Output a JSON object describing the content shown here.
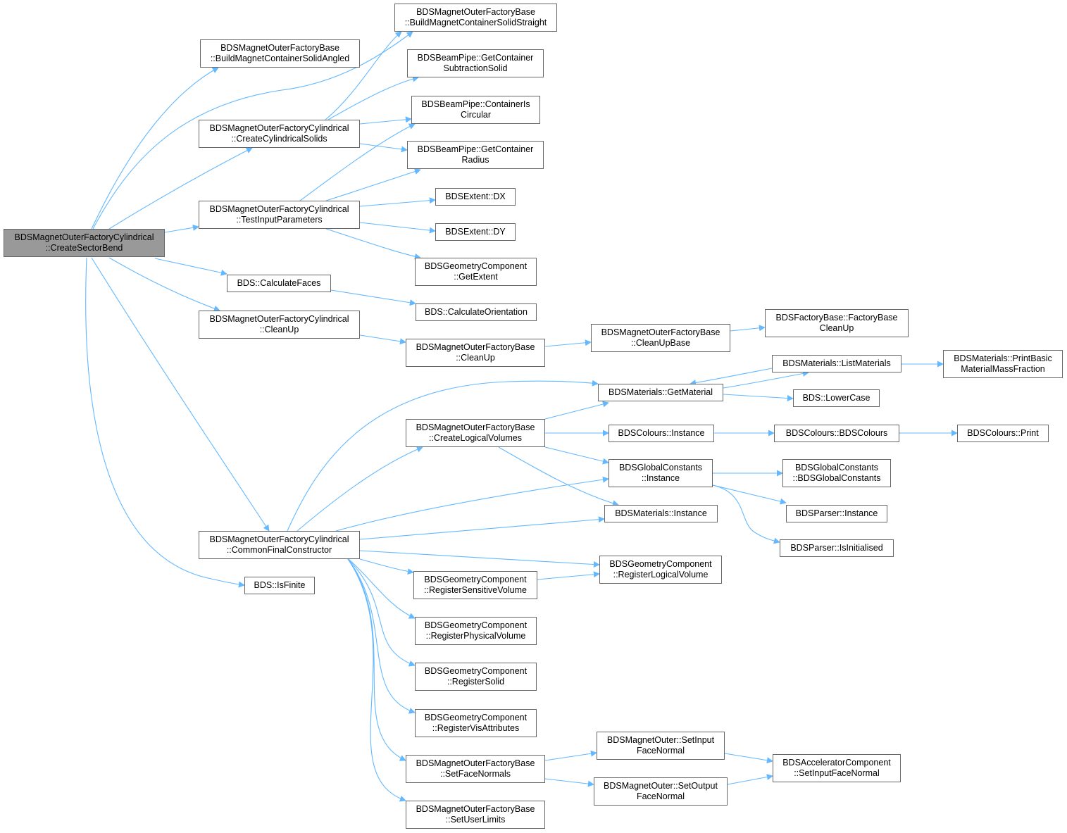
{
  "diagram": {
    "edge_color": "#63b8ff",
    "root_fill": "#999999",
    "node_border": "#666666",
    "nodes": [
      {
        "id": "n0",
        "lines": [
          "BDSMagnetOuterFactoryCylindrical",
          "::CreateSectorBend"
        ],
        "root": true
      },
      {
        "id": "n1",
        "lines": [
          "BDSMagnetOuterFactoryBase",
          "::BuildMagnetContainerSolidAngled"
        ]
      },
      {
        "id": "n2",
        "lines": [
          "BDSMagnetOuterFactoryBase",
          "::BuildMagnetContainerSolidStraight"
        ]
      },
      {
        "id": "n3",
        "lines": [
          "BDSMagnetOuterFactoryCylindrical",
          "::CreateCylindricalSolids"
        ]
      },
      {
        "id": "n4",
        "lines": [
          "BDSBeamPipe::GetContainer",
          "SubtractionSolid"
        ]
      },
      {
        "id": "n5",
        "lines": [
          "BDSBeamPipe::ContainerIs",
          "Circular"
        ]
      },
      {
        "id": "n6",
        "lines": [
          "BDSBeamPipe::GetContainer",
          "Radius"
        ]
      },
      {
        "id": "n7",
        "lines": [
          "BDSMagnetOuterFactoryCylindrical",
          "::TestInputParameters"
        ]
      },
      {
        "id": "n8",
        "lines": [
          "BDSExtent::DX"
        ]
      },
      {
        "id": "n9",
        "lines": [
          "BDSExtent::DY"
        ]
      },
      {
        "id": "n10",
        "lines": [
          "BDSGeometryComponent",
          "::GetExtent"
        ]
      },
      {
        "id": "n11",
        "lines": [
          "BDS::CalculateFaces"
        ]
      },
      {
        "id": "n12",
        "lines": [
          "BDS::CalculateOrientation"
        ]
      },
      {
        "id": "n13",
        "lines": [
          "BDSMagnetOuterFactoryCylindrical",
          "::CleanUp"
        ]
      },
      {
        "id": "n14",
        "lines": [
          "BDSMagnetOuterFactoryBase",
          "::CleanUp"
        ]
      },
      {
        "id": "n15",
        "lines": [
          "BDSMagnetOuterFactoryBase",
          "::CleanUpBase"
        ]
      },
      {
        "id": "n16",
        "lines": [
          "BDSFactoryBase::FactoryBase",
          "CleanUp"
        ]
      },
      {
        "id": "n17",
        "lines": [
          "BDSMagnetOuterFactoryCylindrical",
          "::CommonFinalConstructor"
        ]
      },
      {
        "id": "n18",
        "lines": [
          "BDSMaterials::GetMaterial"
        ]
      },
      {
        "id": "n19",
        "lines": [
          "BDSMaterials::ListMaterials"
        ]
      },
      {
        "id": "n20",
        "lines": [
          "BDSMaterials::PrintBasic",
          "MaterialMassFraction"
        ]
      },
      {
        "id": "n21",
        "lines": [
          "BDS::LowerCase"
        ]
      },
      {
        "id": "n22",
        "lines": [
          "BDSMagnetOuterFactoryBase",
          "::CreateLogicalVolumes"
        ]
      },
      {
        "id": "n23",
        "lines": [
          "BDSColours::Instance"
        ]
      },
      {
        "id": "n24",
        "lines": [
          "BDSColours::BDSColours"
        ]
      },
      {
        "id": "n25",
        "lines": [
          "BDSColours::Print"
        ]
      },
      {
        "id": "n26",
        "lines": [
          "BDSGlobalConstants",
          "::Instance"
        ]
      },
      {
        "id": "n27",
        "lines": [
          "BDSGlobalConstants",
          "::BDSGlobalConstants"
        ]
      },
      {
        "id": "n28",
        "lines": [
          "BDSParser::Instance"
        ]
      },
      {
        "id": "n29",
        "lines": [
          "BDSParser::IsInitialised"
        ]
      },
      {
        "id": "n30",
        "lines": [
          "BDSMaterials::Instance"
        ]
      },
      {
        "id": "n31",
        "lines": [
          "BDSGeometryComponent",
          "::RegisterLogicalVolume"
        ]
      },
      {
        "id": "n32",
        "lines": [
          "BDSGeometryComponent",
          "::RegisterSensitiveVolume"
        ]
      },
      {
        "id": "n33",
        "lines": [
          "BDSGeometryComponent",
          "::RegisterPhysicalVolume"
        ]
      },
      {
        "id": "n34",
        "lines": [
          "BDSGeometryComponent",
          "::RegisterSolid"
        ]
      },
      {
        "id": "n35",
        "lines": [
          "BDSGeometryComponent",
          "::RegisterVisAttributes"
        ]
      },
      {
        "id": "n36",
        "lines": [
          "BDSMagnetOuterFactoryBase",
          "::SetFaceNormals"
        ]
      },
      {
        "id": "n37",
        "lines": [
          "BDSMagnetOuter::SetInput",
          "FaceNormal"
        ]
      },
      {
        "id": "n38",
        "lines": [
          "BDSMagnetOuter::SetOutput",
          "FaceNormal"
        ]
      },
      {
        "id": "n39",
        "lines": [
          "BDSAcceleratorComponent",
          "::SetInputFaceNormal"
        ]
      },
      {
        "id": "n40",
        "lines": [
          "BDSMagnetOuterFactoryBase",
          "::SetUserLimits"
        ]
      },
      {
        "id": "n41",
        "lines": [
          "BDS::IsFinite"
        ]
      }
    ]
  }
}
